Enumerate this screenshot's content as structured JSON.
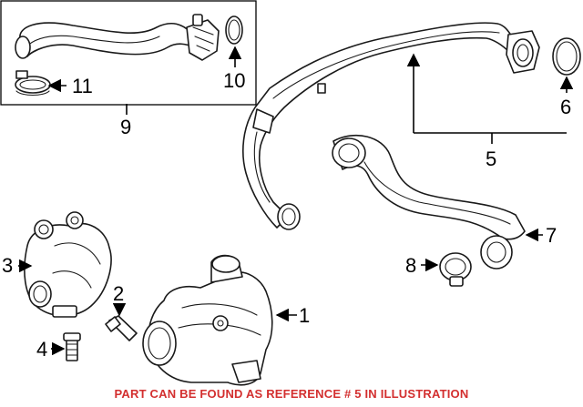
{
  "callouts": {
    "c1": "1",
    "c2": "2",
    "c3": "3",
    "c4": "4",
    "c5": "5",
    "c6": "6",
    "c7": "7",
    "c8": "8",
    "c9": "9",
    "c10": "10",
    "c11": "11"
  },
  "footer": {
    "notice": "PART CAN BE FOUND AS REFERENCE # 5 IN ILLUSTRATION",
    "color": "#d32f2f"
  }
}
